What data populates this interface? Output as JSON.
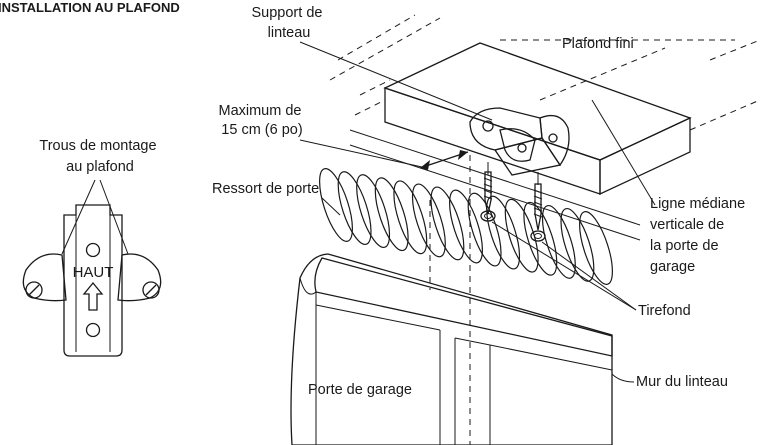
{
  "title": "INSTALLATION AU PLAFOND",
  "labels": {
    "support_linteau": [
      "Support de",
      "linteau"
    ],
    "plafond_fini": "Plafond fini",
    "maximum": [
      "Maximum de",
      "15 cm (6 po)"
    ],
    "trous_montage": [
      "Trous de montage",
      "au plafond"
    ],
    "ressort_porte": "Ressort de porte",
    "ligne_mediane": [
      "Ligne médiane",
      "verticale de",
      "la porte de",
      "garage"
    ],
    "tirefond": "Tirefond",
    "mur_linteau": "Mur du linteau",
    "porte_garage": "Porte de garage",
    "haut": "HAUT"
  },
  "colors": {
    "line": "#1a1a1a",
    "bracket_fill": "#b8b8b8",
    "bracket_dark": "#8c8c8c",
    "panel_fill": "#e6e6e6",
    "background": "#ffffff"
  }
}
